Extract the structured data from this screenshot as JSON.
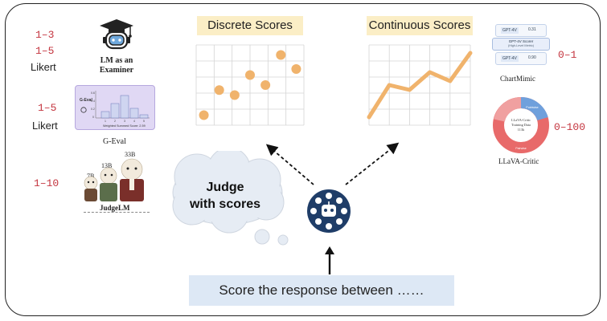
{
  "left_panel": {
    "ranges": [
      "1–3",
      "1–5",
      "1–5",
      "1–10"
    ],
    "likert": [
      "Likert",
      "Likert"
    ],
    "lm_examiner": "LM as an Examiner",
    "geval": {
      "caption": "G-Eval",
      "chart_label": "G-Eval",
      "y_ticks": [
        "0.6",
        "0.4",
        "0.2",
        "0"
      ],
      "x_ticks": [
        "1",
        "2",
        "3",
        "4",
        "5"
      ],
      "footer": "Weighted Summed Score: 2.59"
    },
    "judgelm": {
      "caption": "JudgeLM",
      "sizes": [
        "7B",
        "13B",
        "33B"
      ]
    }
  },
  "center": {
    "discrete_title": "Discrete Scores",
    "continuous_title": "Continuous Scores",
    "cloud_text": [
      "Judge",
      "with scores"
    ],
    "prompt": "Score the response between ……"
  },
  "right_panel": {
    "chartmimic": {
      "caption": "ChartMimic",
      "range": "0–1",
      "card1_label": "GPT-4V",
      "card1_value": "0.31",
      "scorer_label": "GPT-4V Scorer",
      "scorer_sub": "(High-Level Metric)",
      "card2_label": "GPT-4V",
      "card2_value": "0.90"
    },
    "llava": {
      "caption": "LLaVA-Critic",
      "range": "0–100",
      "center_lines": [
        "LLaVA-Critic",
        "Training Data",
        "113k"
      ],
      "ring_labels": [
        "Pointwise",
        "Pairwise"
      ]
    }
  },
  "chart_data": [
    {
      "type": "scatter",
      "title": "Discrete Scores",
      "x": [
        1,
        2,
        3,
        4,
        5,
        6,
        7
      ],
      "y": [
        1,
        3.5,
        3,
        5,
        4,
        7,
        5.6
      ],
      "xlim": [
        0.5,
        7.5
      ],
      "ylim": [
        0,
        8
      ],
      "grid": true
    },
    {
      "type": "line",
      "title": "Continuous Scores",
      "x": [
        0,
        1,
        2,
        3,
        4,
        5
      ],
      "y": [
        1,
        5,
        4.4,
        6.6,
        5.5,
        9
      ],
      "ylim": [
        0,
        10
      ],
      "grid": true
    }
  ],
  "colors": {
    "point": "#f0b36c",
    "range_text": "#c4353f",
    "prompt_bg": "#dde8f5",
    "title_bg": "#fbeec6",
    "robot": "#1f3d68"
  }
}
